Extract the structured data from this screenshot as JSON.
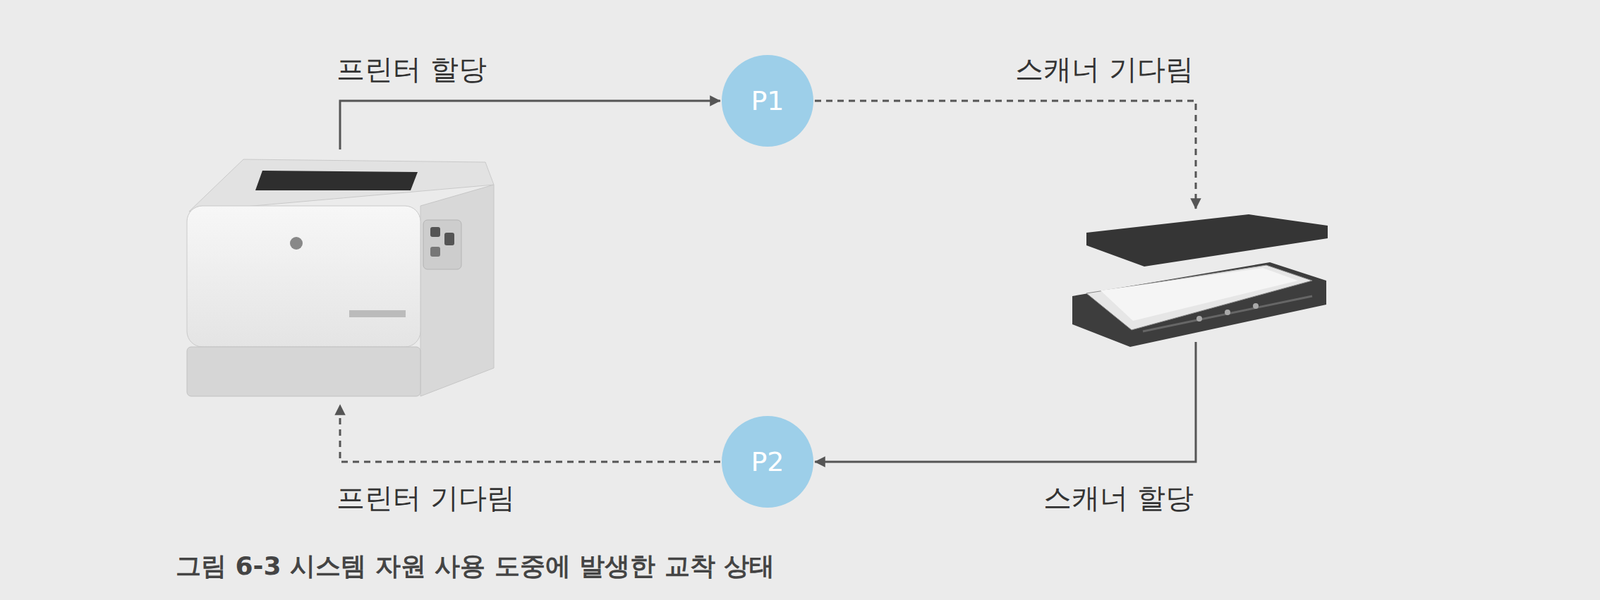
{
  "diagram": {
    "caption": "그림 6-3 시스템 자원 사용 도중에 발생한 교착 상태",
    "nodes": [
      {
        "text": [
          "P1"
        ]
      },
      {
        "text": [
          "P2"
        ]
      }
    ],
    "labels": [
      "프린터 할당",
      "스캐너 기다림",
      "프린터 기다림",
      "스캐너 할당"
    ]
  }
}
